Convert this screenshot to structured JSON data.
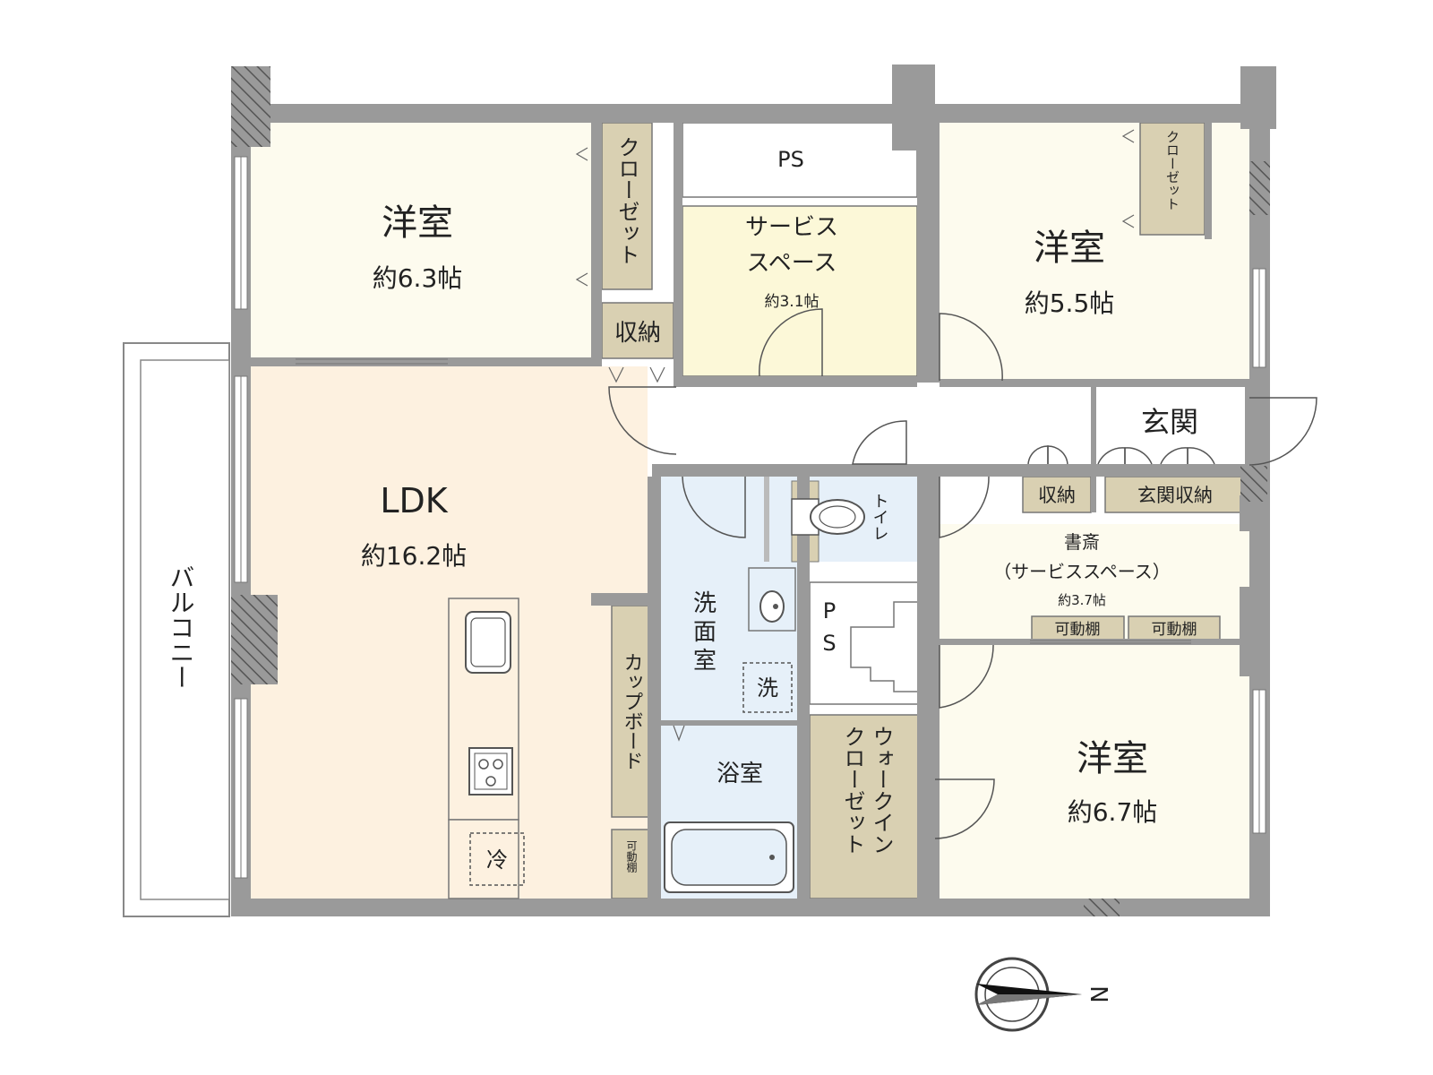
{
  "rooms": {
    "western1": {
      "name": "洋室",
      "area": "約6.3帖"
    },
    "western2": {
      "name": "洋室",
      "area": "約5.5帖"
    },
    "western3": {
      "name": "洋室",
      "area": "約6.7帖"
    },
    "ldk": {
      "name": "LDK",
      "area": "約16.2帖"
    },
    "service": {
      "line1": "サービス",
      "line2": "スペース",
      "area": "約3.1帖"
    },
    "study": {
      "line1": "書斎",
      "line2": "（サービススペース）",
      "area": "約3.7帖"
    },
    "entrance": "玄関",
    "washroom": {
      "line1": "洗",
      "line2": "面",
      "line3": "室"
    },
    "bath": "浴室",
    "toilet": "トイレ",
    "balcony": "バルコニー"
  },
  "storage": {
    "closet1": "クローゼット",
    "closet2": "クローゼット",
    "storage1": "収納",
    "storage2": "収納",
    "entrance_storage": "玄関収納",
    "cupboard": "カップボード",
    "shelf_small": "可動棚",
    "movable_shelf1": "可動棚",
    "movable_shelf2": "可動棚",
    "walkin_line1": "ウォークイン",
    "walkin_line2": "クローゼット"
  },
  "ps": {
    "top": "PS",
    "mid_p": "P",
    "mid_s": "S"
  },
  "appliances": {
    "fridge": "冷",
    "washer": "洗"
  },
  "compass": {
    "label": "N"
  },
  "colors": {
    "western": "#fdfbee",
    "ldk": "#fdf1e0",
    "service": "#fcf8d8",
    "wet": "#e6f0f9",
    "closet": "#d9d0b2",
    "wall": "#9a9a9a"
  }
}
